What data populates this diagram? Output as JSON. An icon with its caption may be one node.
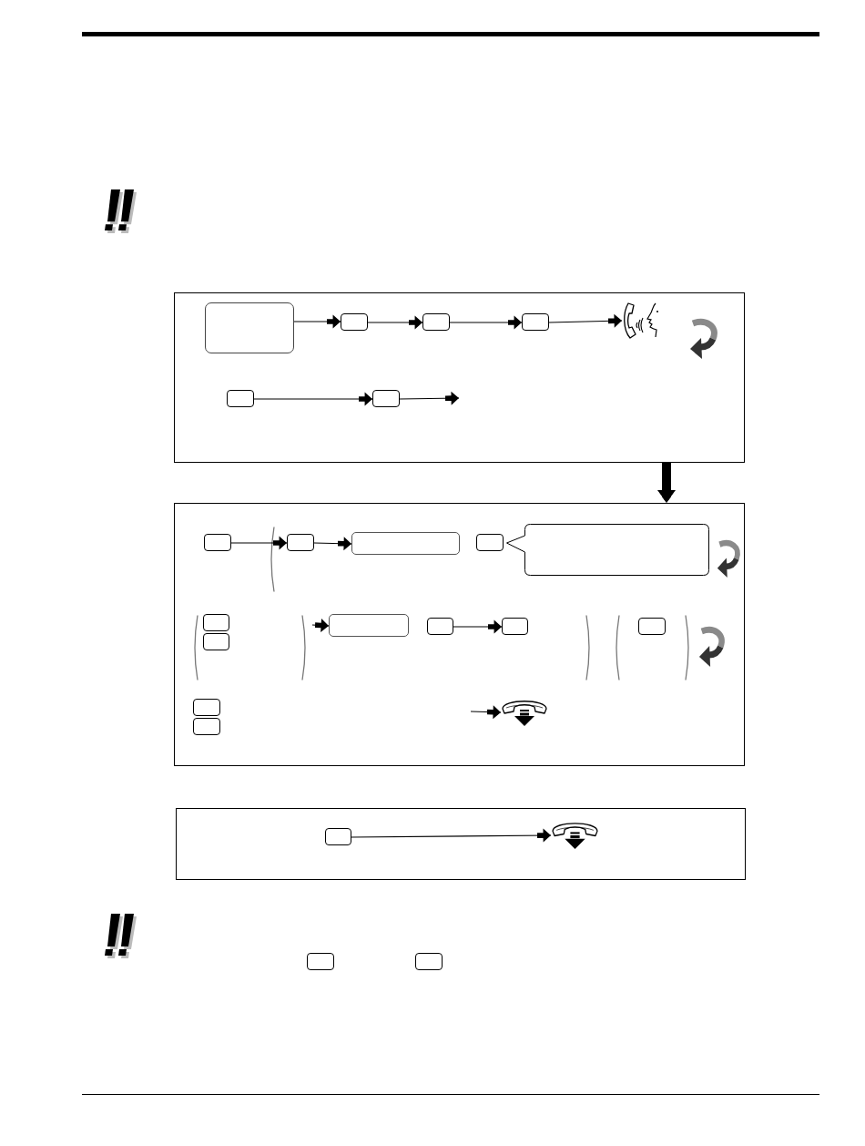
{
  "diagram": {
    "nodes": [
      {
        "text": [],
        "shape": "box"
      },
      {
        "text": [],
        "shape": "box",
        "in": 0
      },
      {
        "text": [],
        "shape": "box",
        "in": 0
      },
      {
        "text": [],
        "shape": "box",
        "in": 0
      },
      {
        "text": [],
        "shape": "box",
        "in": 0
      },
      {
        "text": [],
        "shape": "picture",
        "in": 0
      },
      {
        "text": [],
        "shape": "box",
        "in": 0
      },
      {
        "text": [],
        "shape": "box",
        "in": 0
      },
      {
        "text": [],
        "shape": "box"
      },
      {
        "text": [],
        "shape": "box",
        "in": 8
      },
      {
        "text": [],
        "shape": "box",
        "in": 8
      },
      {
        "text": [],
        "shape": "box",
        "in": 8
      },
      {
        "text": [],
        "shape": "box",
        "in": 8
      },
      {
        "text": [],
        "shape": "callout",
        "in": 8
      },
      {
        "text": [],
        "shape": "box",
        "in": 8
      },
      {
        "text": [],
        "shape": "box",
        "in": 8
      },
      {
        "text": [],
        "shape": "box",
        "in": 8
      },
      {
        "text": [],
        "shape": "box",
        "in": 8
      },
      {
        "text": [],
        "shape": "box",
        "in": 8
      },
      {
        "text": [],
        "shape": "box",
        "in": 8
      },
      {
        "text": [],
        "shape": "box",
        "in": 8
      },
      {
        "text": [],
        "shape": "box",
        "in": 8
      },
      {
        "text": [],
        "shape": "picture",
        "in": 8
      },
      {
        "text": [],
        "shape": "box"
      },
      {
        "text": [],
        "shape": "box",
        "in": 23
      },
      {
        "text": [],
        "shape": "picture",
        "in": 23
      },
      {
        "text": [],
        "shape": "box"
      },
      {
        "text": [],
        "shape": "box"
      }
    ],
    "edges": [
      {
        "from": 1,
        "to": 2,
        "arrow": "to"
      },
      {
        "from": 2,
        "to": 3,
        "arrow": "to"
      },
      {
        "from": 3,
        "to": 4,
        "arrow": "to"
      },
      {
        "from": 4,
        "to": 5,
        "arrow": "to"
      },
      {
        "from": 6,
        "to": 7,
        "arrow": "to"
      },
      {
        "from": 7,
        "to": null,
        "arrow": "to"
      },
      {
        "from": 0,
        "to": 8,
        "arrow": "to",
        "style": "thick"
      },
      {
        "from": 9,
        "to": 10,
        "arrow": "to"
      },
      {
        "from": 10,
        "to": 11,
        "arrow": "to"
      },
      {
        "from": null,
        "to": 16,
        "arrow": "to"
      },
      {
        "from": 17,
        "to": 18,
        "arrow": "to"
      },
      {
        "from": null,
        "to": 22,
        "arrow": "to"
      },
      {
        "from": 24,
        "to": 25,
        "arrow": "to"
      }
    ]
  }
}
